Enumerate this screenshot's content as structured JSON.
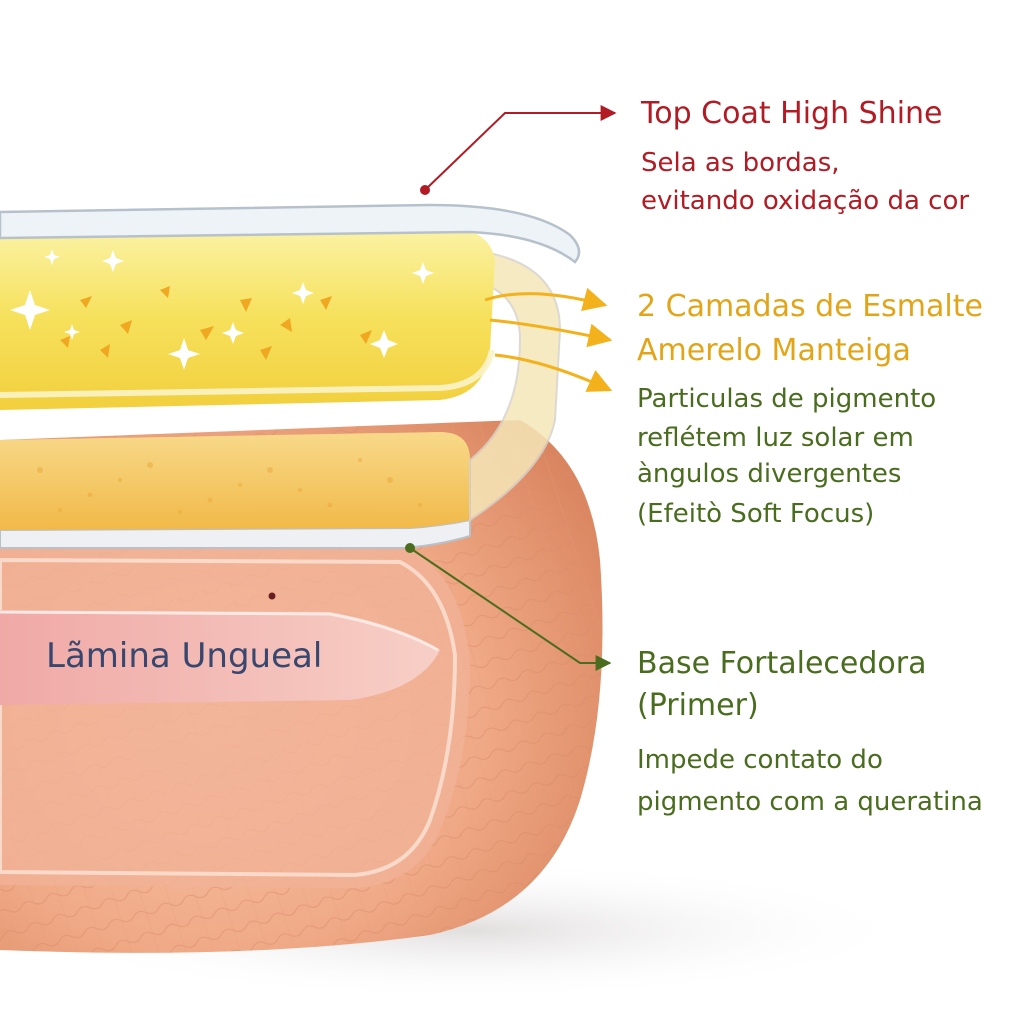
{
  "labels": {
    "nail_plate": "Lãmina Ungueal",
    "top_coat": {
      "title": "Top Coat High Shine",
      "desc_line1": "Sela as bordas,",
      "desc_line2": "evitando oxidação da cor"
    },
    "enamel": {
      "title_line1": "2 Camadas de Esmalte",
      "title_line2": "Amerelo Manteiga",
      "desc_line1": "Particulas de pigmento",
      "desc_line2": "reflétem luz solar em",
      "desc_line3": "àngulos divergentes",
      "desc_line4": "(Efeitò Soft Focus)"
    },
    "base": {
      "title_line1": "Base Fortalecedora",
      "title_line2": "(Primer)",
      "desc_line1": "Impede contato do",
      "desc_line2": "pigmento com a queratina"
    }
  },
  "colors": {
    "top_coat": "#b21b24",
    "enamel": "#e3a518",
    "base": "#4a6c1e",
    "nail_label": "#38476f",
    "skin": "#eea787",
    "enamel_yellow": "#f6e46a",
    "underlayer": "#f4c25a",
    "nail_plate_pink": "#f2b5b0"
  }
}
